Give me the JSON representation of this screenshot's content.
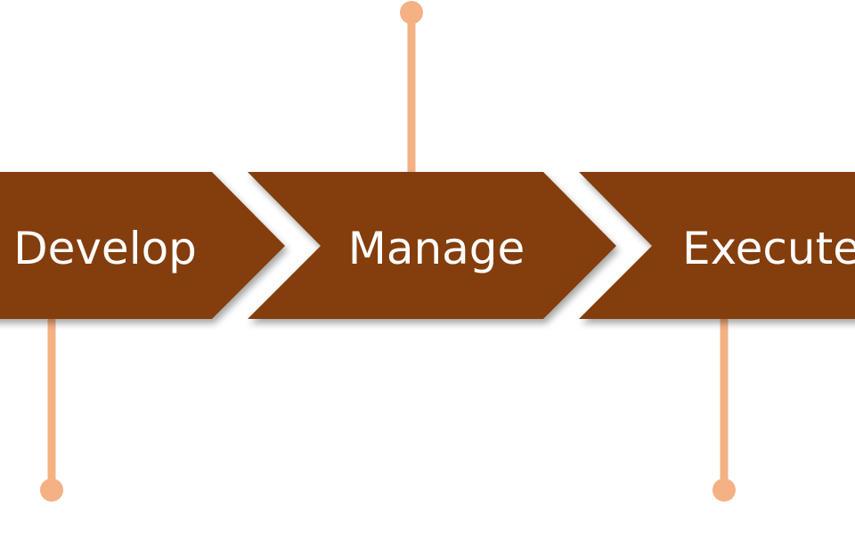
{
  "colors": {
    "chevron_fill": "#843C0C",
    "connector": "#F4B183",
    "background": "#FFFFFF",
    "label_text": "#FFFFFF"
  },
  "steps": [
    {
      "label": "Develop",
      "connector": "below"
    },
    {
      "label": "Manage",
      "connector": "above"
    },
    {
      "label": "Execute",
      "connector": "below"
    }
  ]
}
